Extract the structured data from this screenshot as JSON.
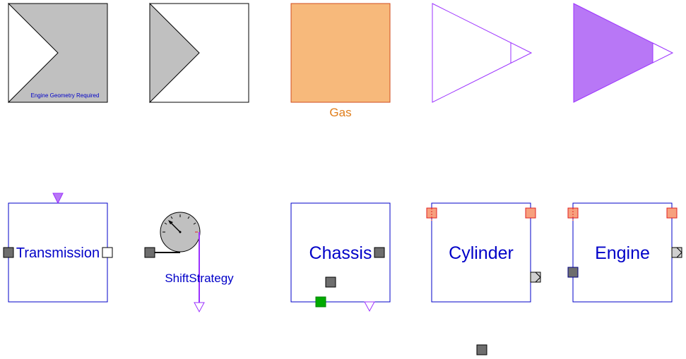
{
  "icons": {
    "engine_geometry": {
      "caption": "Engine Geometry Required"
    },
    "gas": {
      "label": "Gas"
    },
    "transmission": {
      "label": "Transmission"
    },
    "shift_strategy": {
      "label": "ShiftStrategy"
    },
    "chassis": {
      "label": "Chassis"
    },
    "cylinder": {
      "label": "Cylinder"
    },
    "engine": {
      "label": "Engine"
    }
  },
  "colors": {
    "gray_fill": "#c0c0c0",
    "border": "#000000",
    "orange_fill": "#f7b97b",
    "orange_stroke": "#d24b1c",
    "gas_text": "#e07d1a",
    "purple": "#9b30ff",
    "purple_fill": "#b877f6",
    "blue": "#0000c8",
    "port_gray": "#6e6e6e",
    "port_green": "#00aa00",
    "port_red_fill": "#f7a07e",
    "port_red_stroke": "#e02020",
    "port_light": "#d0d0d0"
  }
}
